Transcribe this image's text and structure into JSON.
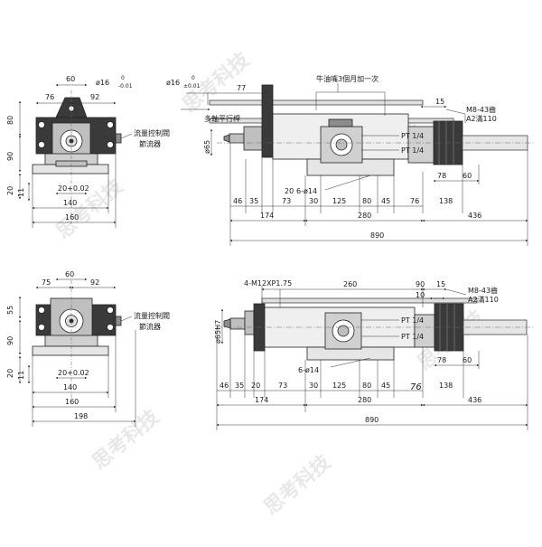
{
  "top_view": {
    "left_dims": [
      "60",
      "ø16",
      "0",
      "-0.01",
      "76",
      "92",
      "80",
      "90",
      "20",
      "11",
      "20+0.02",
      "140",
      "160"
    ],
    "left_labels": [
      "流量控制閥",
      "節流器"
    ],
    "right_dims": [
      "ø16",
      "0",
      "±0.01",
      "77",
      "ø65",
      "15",
      "46",
      "35",
      "20",
      "73",
      "30",
      "125",
      "80",
      "45",
      "76",
      "138",
      "78",
      "60",
      "174",
      "280",
      "436",
      "890"
    ],
    "right_labels": [
      "牛油嘴3個月加一次",
      "多軸平行桿",
      "M8-43齒",
      "A2滿110",
      "PT 1/4",
      "PT 1/4",
      "6-ø14"
    ]
  },
  "bottom_view": {
    "left_dims": [
      "75",
      "60",
      "92",
      "55",
      "90",
      "20",
      "11",
      "20+0.02",
      "140",
      "160",
      "198"
    ],
    "left_labels": [
      "流量控制閥",
      "節流器"
    ],
    "right_dims": [
      "4-M12XP1.75",
      "260",
      "90",
      "15",
      "10",
      "ø65H7",
      "46",
      "35",
      "20",
      "73",
      "30",
      "125",
      "80",
      "45",
      "76",
      "138",
      "78",
      "60",
      "174",
      "280",
      "436",
      "890"
    ],
    "right_labels": [
      "M8-43齒",
      "A2滿110",
      "PT 1/4",
      "PT 1/4",
      "6-ø14"
    ]
  },
  "watermark": "思考科技",
  "colors": {
    "line": "#333333",
    "part_dark": "#3a3a3a",
    "part_mid": "#8c8c8c",
    "part_light": "#d0d0d0"
  }
}
